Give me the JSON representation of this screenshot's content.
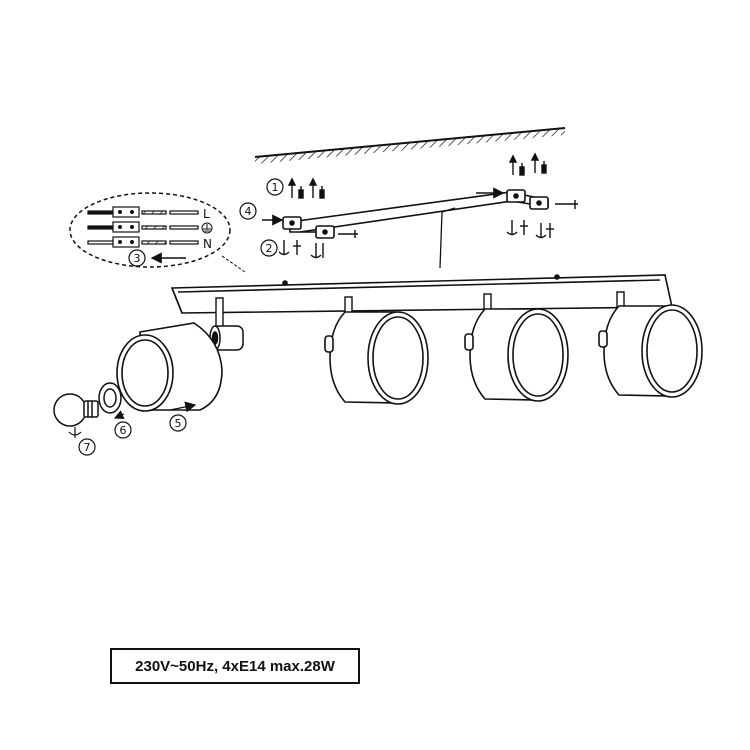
{
  "steps": {
    "s1": "1",
    "s2": "2",
    "s3": "3",
    "s4": "4",
    "s5": "5",
    "s6": "6",
    "s7": "7"
  },
  "wiring": {
    "live": "L",
    "neutral": "N"
  },
  "spec": {
    "text": "230V~50Hz, 4xE14  max.28W"
  }
}
